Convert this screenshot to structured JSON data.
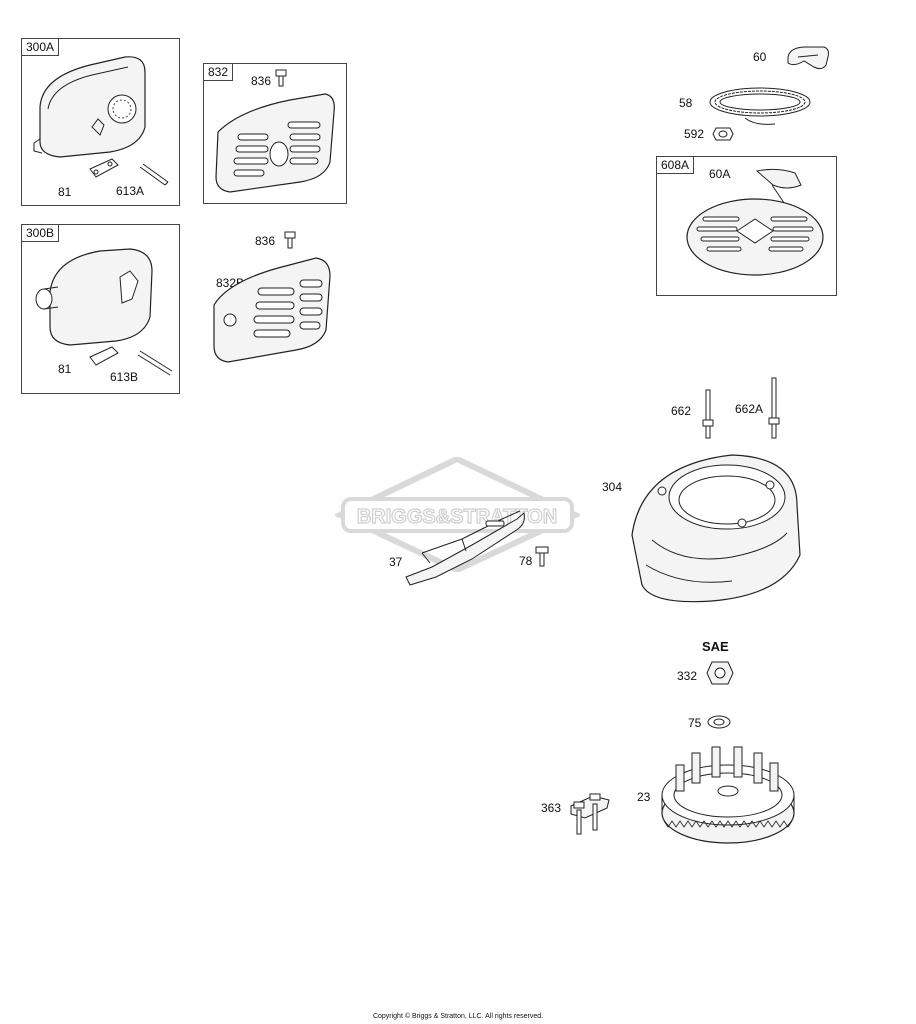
{
  "watermark": "BRIGGS&STRATTON",
  "copyright": "Copyright © Briggs & Stratton, LLC. All rights reserved.",
  "boxes": {
    "b300A": "300A",
    "b832": "832",
    "b300B": "300B",
    "b608A": "608A"
  },
  "labels": {
    "p836a": "836",
    "p81a": "81",
    "p613A": "613A",
    "p836b": "836",
    "p832B": "832B",
    "p81b": "81",
    "p613B": "613B",
    "p60": "60",
    "p58": "58",
    "p592": "592",
    "p60A": "60A",
    "p662": "662",
    "p662A": "662A",
    "p304": "304",
    "p37": "37",
    "p78": "78",
    "sae": "SAE",
    "p332": "332",
    "p75": "75",
    "p363": "363",
    "p23": "23"
  }
}
